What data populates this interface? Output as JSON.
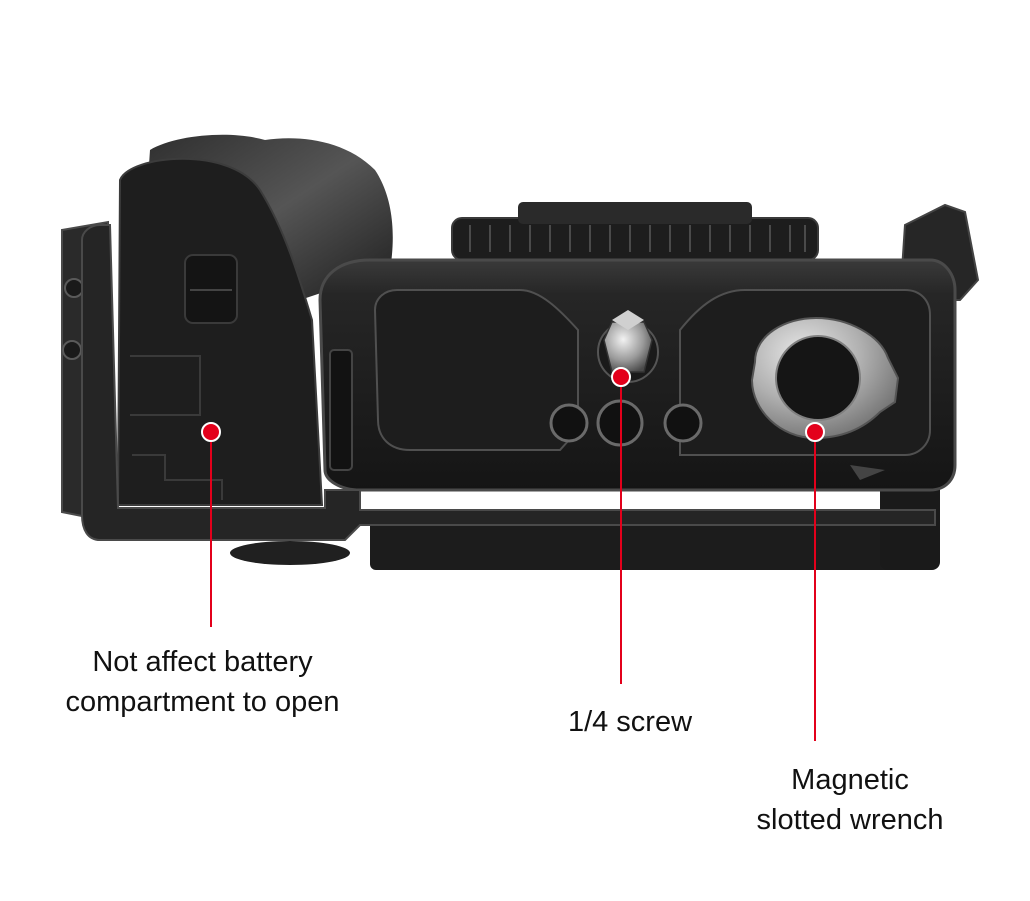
{
  "image": {
    "subject": "camera-with-l-bracket-bottom-view",
    "background_color": "#ffffff",
    "body_color": "#1c1c1c",
    "plate_color": "#242424",
    "accent_color": "#e3001b"
  },
  "callouts": {
    "battery": {
      "line1": "Not affect battery",
      "line2": "compartment to open"
    },
    "screw": {
      "line1": "1/4 screw"
    },
    "wrench": {
      "line1": "Magnetic",
      "line2": "slotted wrench"
    }
  }
}
